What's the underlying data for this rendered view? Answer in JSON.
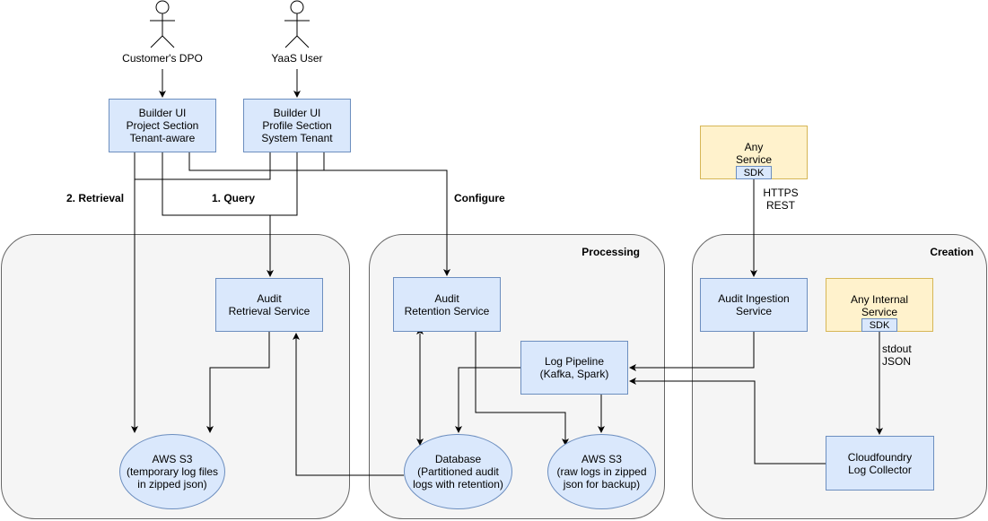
{
  "groups": {
    "retrieval": "",
    "processing": "Processing",
    "creation": "Creation"
  },
  "actors": {
    "dpo": "Customer's DPO",
    "user": "YaaS User"
  },
  "nodes": {
    "builder_project": "Builder UI\nProject Section\nTenant-aware",
    "builder_profile": "Builder UI\nProfile Section\nSystem Tenant",
    "any_service": "Any\nService",
    "any_service_sdk": "SDK",
    "audit_retrieval": "Audit\nRetrieval Service",
    "audit_retention": "Audit\nRetention Service",
    "audit_ingestion": "Audit Ingestion\nService",
    "any_internal": "Any Internal\nService",
    "any_internal_sdk": "SDK",
    "log_pipeline": "Log Pipeline\n(Kafka, Spark)",
    "s3_temp": "AWS S3\n(temporary log files\nin zipped json)",
    "database": "Database\n(Partitioned audit\nlogs with retention)",
    "s3_raw": "AWS S3\n(raw logs in zipped\njson for backup)",
    "log_collector": "Cloudfoundry\nLog Collector"
  },
  "edge_labels": {
    "retrieval": "2. Retrieval",
    "query": "1. Query",
    "configure": "Configure",
    "https": "HTTPS\nREST",
    "stdout": "stdout\nJSON"
  },
  "colors": {
    "blue_fill": "#dae8fc",
    "blue_stroke": "#6c8ebf",
    "yellow_fill": "#fff2cc",
    "yellow_stroke": "#d6b656",
    "group_fill": "#f5f5f5"
  }
}
